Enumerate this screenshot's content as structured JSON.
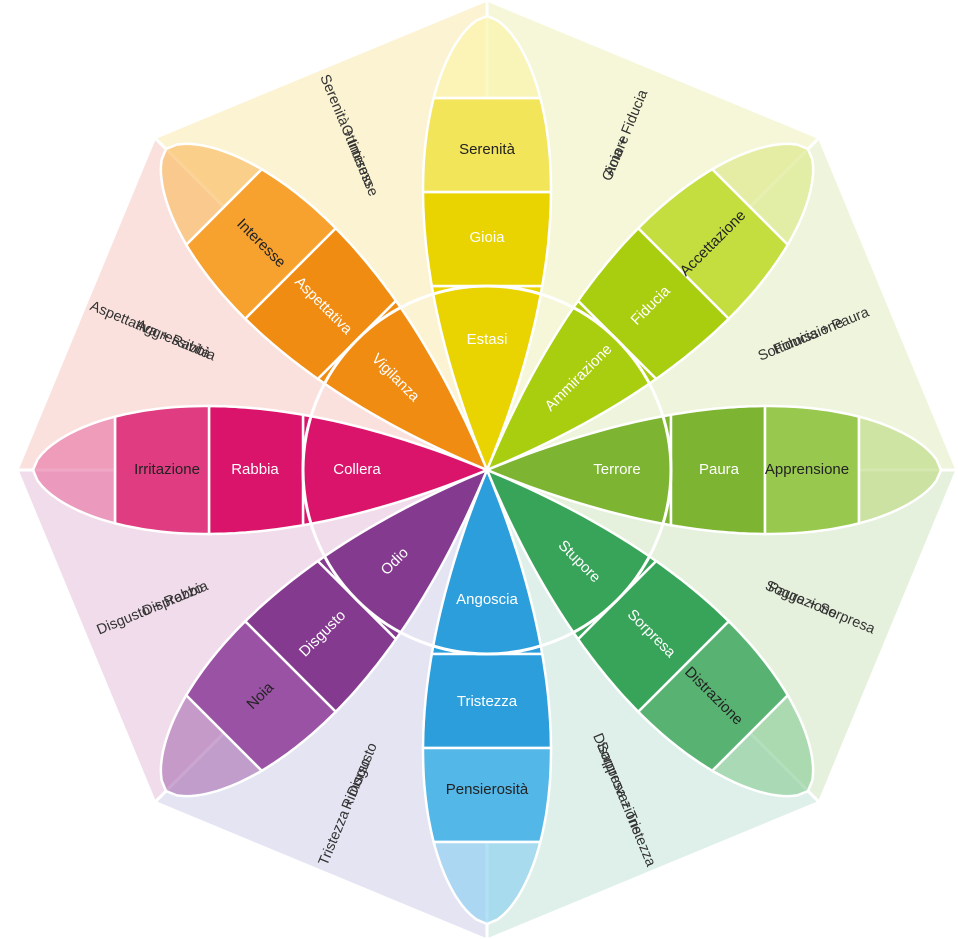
{
  "petals": [
    {
      "id": "joy",
      "outer": "Serenità",
      "middle": "Gioia",
      "inner": "Estasi",
      "colors": [
        "#fbf4a8",
        "#f3e55a",
        "#e9d300"
      ],
      "text": [
        "#222222",
        "#ffffff",
        "#ffffff"
      ]
    },
    {
      "id": "trust",
      "outer": "Accettazione",
      "middle": "Fiducia",
      "inner": "Ammirazione",
      "colors": [
        "#dde98a",
        "#c5de3f",
        "#a9ce10"
      ],
      "text": [
        "#222222",
        "#ffffff",
        "#ffffff"
      ]
    },
    {
      "id": "fear",
      "outer": "Apprensione",
      "middle": "Paura",
      "inner": "Terrore",
      "colors": [
        "#bfdb86",
        "#98c84e",
        "#7db432"
      ],
      "text": [
        "#222222",
        "#ffffff",
        "#ffffff"
      ]
    },
    {
      "id": "surprise",
      "outer": "Distrazione",
      "middle": "Sorpresa",
      "inner": "Stupore",
      "colors": [
        "#8fcf9a",
        "#58b372",
        "#38a45a"
      ],
      "text": [
        "#222222",
        "#ffffff",
        "#ffffff"
      ]
    },
    {
      "id": "sadness",
      "outer": "Pensierosità",
      "middle": "Tristezza",
      "inner": "Angoscia",
      "colors": [
        "#8fd0f2",
        "#53b7e8",
        "#2b9edb"
      ],
      "text": [
        "#222222",
        "#ffffff",
        "#ffffff"
      ]
    },
    {
      "id": "disgust",
      "outer": "Noia",
      "middle": "Disgusto",
      "inner": "Odio",
      "colors": [
        "#b07ab8",
        "#9a53a4",
        "#843a8f"
      ],
      "text": [
        "#222222",
        "#ffffff",
        "#ffffff"
      ]
    },
    {
      "id": "anger",
      "outer": "Irritazione",
      "middle": "Rabbia",
      "inner": "Collera",
      "colors": [
        "#e97aa8",
        "#df3c81",
        "#d9146a"
      ],
      "text": [
        "#222222",
        "#ffffff",
        "#ffffff"
      ]
    },
    {
      "id": "anticipation",
      "outer": "Interesse",
      "middle": "Aspettativa",
      "inner": "Vigilanza",
      "colors": [
        "#f9bd66",
        "#f7a12f",
        "#f08c12"
      ],
      "text": [
        "#222222",
        "#ffffff",
        "#ffffff"
      ]
    }
  ],
  "dyads": [
    {
      "id": "love",
      "line1": "Gioia + Fiducia",
      "line2": "Amore",
      "fill": "#f6f7d8"
    },
    {
      "id": "submission",
      "line1": "Fiducia + Paura",
      "line2": "Sottomissione",
      "fill": "#eef5dc"
    },
    {
      "id": "awe",
      "line1": "Paura + Sorpresa",
      "line2": "Soggezione",
      "fill": "#e5f1dd"
    },
    {
      "id": "disapproval",
      "line1": "Sorpresa + Tristezza",
      "line2": "Disapprovazione",
      "fill": "#dff0ea"
    },
    {
      "id": "remorse",
      "line1": "Tristezza + Disgusto",
      "line2": "Rimorso",
      "fill": "#e4e4f3"
    },
    {
      "id": "contempt",
      "line1": "Disgusto + Rabbia",
      "line2": "Disprezzo",
      "fill": "#f1dceb"
    },
    {
      "id": "aggressiveness",
      "line1": "Aspettativa + Rabbia",
      "line2": "Aggressività",
      "fill": "#fbe1de"
    },
    {
      "id": "optimism",
      "line1": "Serenità + Interesse",
      "line2": "Ottimismo",
      "fill": "#fbf3d2"
    }
  ]
}
